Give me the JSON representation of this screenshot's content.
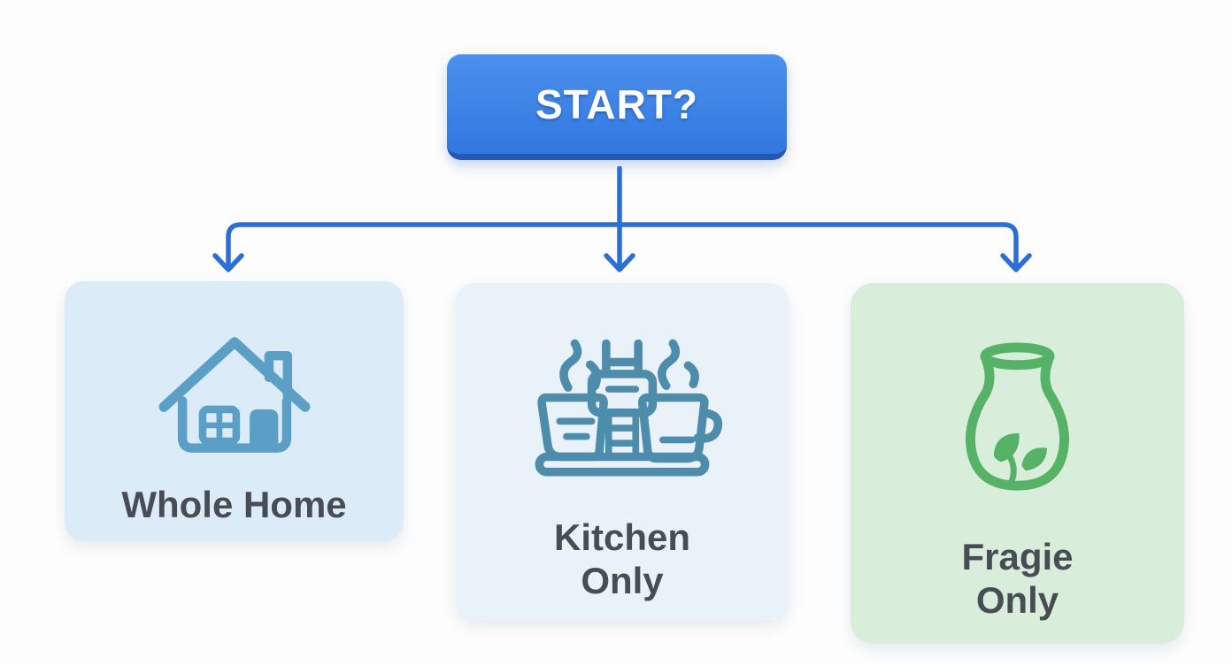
{
  "start": {
    "label": "START?",
    "fill_color": "#3b80e6",
    "edge_color": "#2357b4",
    "text_color": "#ffffff"
  },
  "connector": {
    "color": "#2d6ed6",
    "branch_count": 3
  },
  "cards": [
    {
      "label": "Whole Home",
      "icon": "house-icon",
      "background": "#dcebf8",
      "icon_color": "#5b9fc6"
    },
    {
      "label": "Kitchen Only",
      "icon": "dishes-icon",
      "background": "#e9f1f9",
      "icon_color": "#4e8cab"
    },
    {
      "label": "Fragie Only",
      "icon": "vase-icon",
      "background": "#d8eeda",
      "icon_color": "#55b266"
    }
  ],
  "label_text_color": "#484d55"
}
